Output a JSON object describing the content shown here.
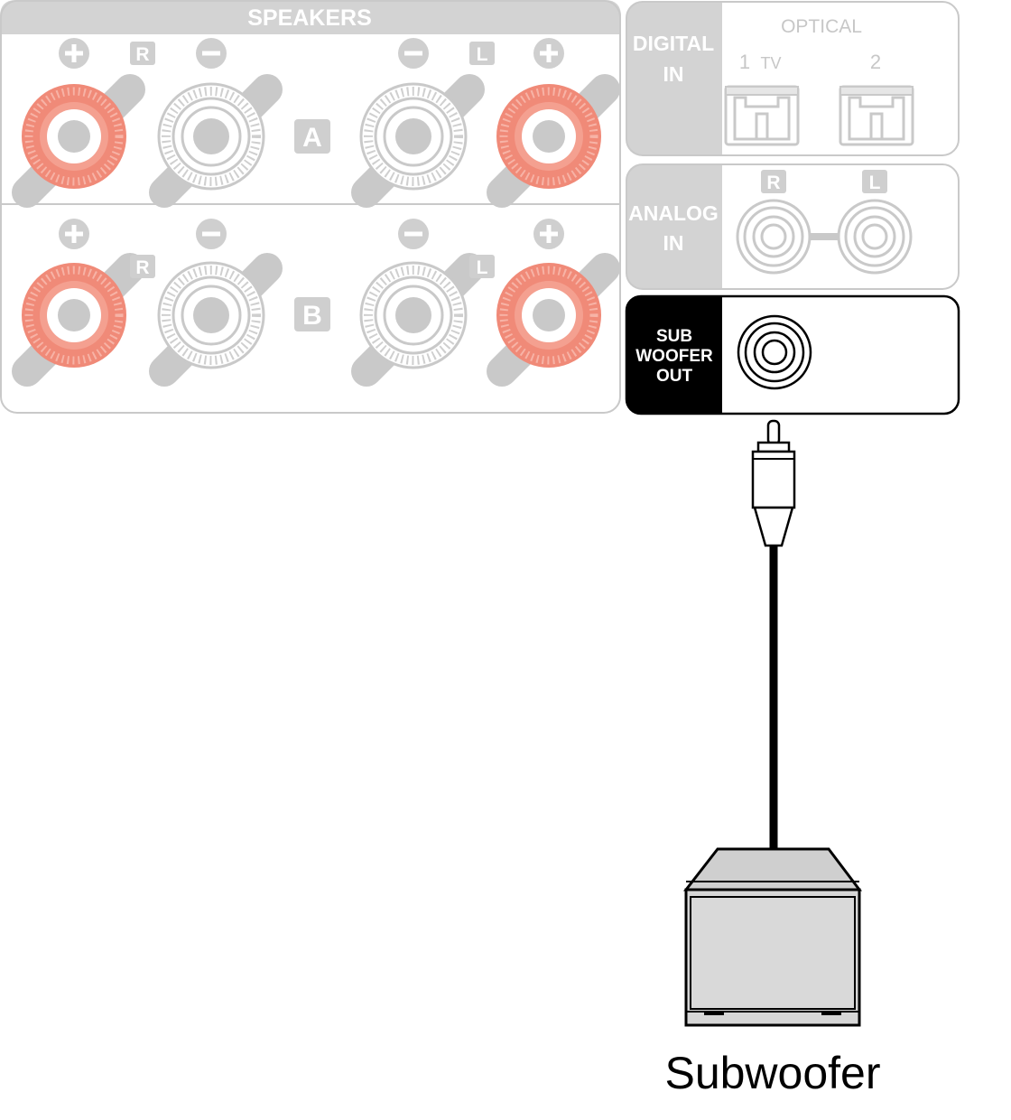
{
  "speakers": {
    "title": "SPEAKERS",
    "plus": "+",
    "minus": "−",
    "row_a": {
      "label": "A",
      "right_badge": "R",
      "left_badge": "L"
    },
    "row_b": {
      "label": "B",
      "right_badge": "R",
      "left_badge": "L"
    }
  },
  "digital_in": {
    "title_line1": "DIGITAL",
    "title_line2": "IN",
    "optical_label": "OPTICAL",
    "port1_label": "1",
    "port1_sub": "TV",
    "port2_label": "2"
  },
  "analog_in": {
    "title_line1": "ANALOG",
    "title_line2": "IN",
    "right_badge": "R",
    "left_badge": "L"
  },
  "subwoofer_out": {
    "title_line1": "SUB",
    "title_line2": "WOOFER",
    "title_line3": "OUT"
  },
  "subwoofer": {
    "label": "Subwoofer"
  },
  "colors": {
    "panel_fill": "#f2f2f2",
    "panel_stroke": "#bdbdbd",
    "label_gray": "#c7c7c7",
    "terminal_red": "#f08a78",
    "active": "#000000"
  }
}
